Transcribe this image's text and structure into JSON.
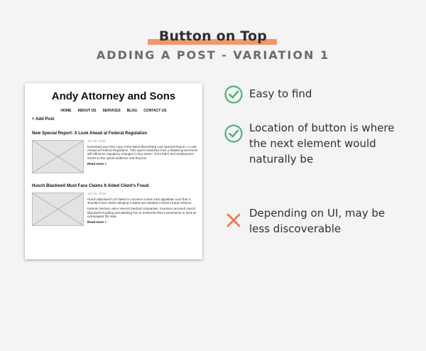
{
  "slide": {
    "title": "Button on Top",
    "subtitle": "ADDING A POST - VARIATION 1",
    "accent_color": "#f4956a",
    "check_color": "#53b07a",
    "cross_color": "#ef7a4f"
  },
  "mockup": {
    "site_title": "Andy Attorney and Sons",
    "nav": [
      "HOME",
      "ABOUT US",
      "SERVICES",
      "BLOG",
      "CONTACT US"
    ],
    "add_post_label": "+ Add Post",
    "posts": [
      {
        "title": "New Special Report: A Look Ahead at Federal Regulation",
        "date": "Jan 25, 2018",
        "paragraphs": [
          "Download your free copy of the latest Bloomberg Law Special Report, A Look Ahead at Federal Regulation. This report examines how a divided government will influence regulatory changes in key areas—from labor and employment issues to the opioid epidemic and beyond."
        ],
        "read_more": "Read more >"
      },
      {
        "title": "Husch Blackwell Must Face Claims It Aided Client's Fraud",
        "date": "Jan 26, 2018",
        "paragraphs": [
          "Husch Blackwell LLP failed to convince a New York appellate court that it shouldn't face claims alleging it aided and abetted a client's fraud scheme.",
          "Kamran Nezami owns several medical companies. Investors accused Husch Blackwell of aiding and abetting him to embezzle their investments to fund an extravagant life style."
        ],
        "read_more": "Read more >"
      }
    ]
  },
  "points": [
    {
      "icon": "check-circle-icon",
      "text": "Easy to find"
    },
    {
      "icon": "check-circle-icon",
      "text": "Location of button is where the next element would naturally be"
    },
    {
      "icon": "cross-icon",
      "text": "Depending on UI, may be less discoverable"
    }
  ]
}
